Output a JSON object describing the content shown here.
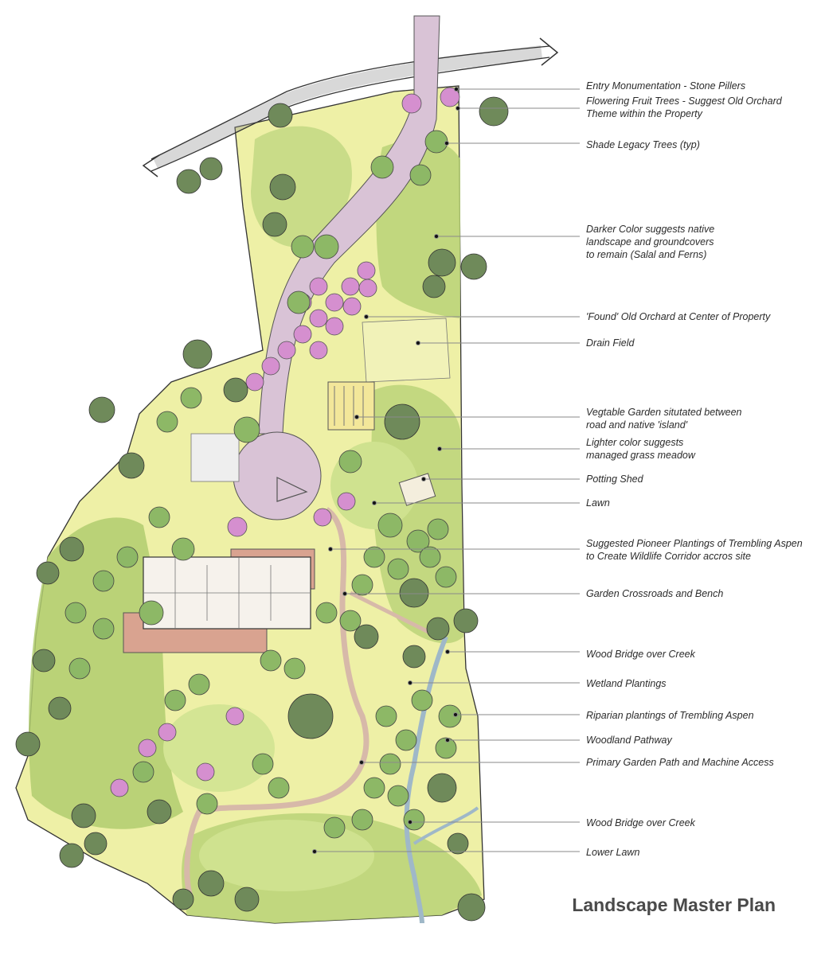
{
  "diagram": {
    "title": "Landscape Master Plan",
    "callouts": [
      {
        "id": "entry-monumentation",
        "text": "Entry Monumentation - Stone Pillers"
      },
      {
        "id": "flowering-fruit-trees",
        "text": "Flowering Fruit Trees - Suggest Old Orchard\nTheme within the Property"
      },
      {
        "id": "shade-legacy-trees",
        "text": "Shade Legacy Trees (typ)"
      },
      {
        "id": "darker-color-native",
        "text": "Darker Color suggests native\nlandscape and groundcovers\nto remain (Salal and Ferns)"
      },
      {
        "id": "found-old-orchard",
        "text": "'Found' Old Orchard at Center of Property"
      },
      {
        "id": "drain-field",
        "text": "Drain Field"
      },
      {
        "id": "vegetable-garden",
        "text": "Vegtable Garden situtated between\nroad and native 'island'"
      },
      {
        "id": "lighter-color-meadow",
        "text": "Lighter color suggests\nmanaged grass meadow"
      },
      {
        "id": "potting-shed",
        "text": "Potting Shed"
      },
      {
        "id": "lawn",
        "text": "Lawn"
      },
      {
        "id": "pioneer-plantings",
        "text": "Suggested Pioneer Plantings of Trembling Aspen\nto Create Wildlife Corridor accros site"
      },
      {
        "id": "garden-crossroads",
        "text": "Garden Crossroads and Bench"
      },
      {
        "id": "wood-bridge-upper",
        "text": "Wood Bridge over Creek"
      },
      {
        "id": "wetland-plantings",
        "text": "Wetland Plantings"
      },
      {
        "id": "riparian-plantings",
        "text": "Riparian plantings of Trembling Aspen"
      },
      {
        "id": "woodland-pathway",
        "text": "Woodland Pathway"
      },
      {
        "id": "primary-garden-path",
        "text": "Primary Garden Path and Machine Access"
      },
      {
        "id": "wood-bridge-lower",
        "text": "Wood Bridge over Creek"
      },
      {
        "id": "lower-lawn",
        "text": "Lower Lawn"
      }
    ]
  },
  "colors": {
    "meadow": "#eef0a6",
    "native": "#b8d277",
    "lawn": "#cfe28f",
    "tree_green": "#8db866",
    "tree_dark": "#6f8a5a",
    "fruit_tree": "#d58fcf",
    "drive": "#d9c3d6",
    "house_roof": "#d9a390",
    "creek": "#9fb8c8",
    "leader_line": "#8a8a8a"
  }
}
